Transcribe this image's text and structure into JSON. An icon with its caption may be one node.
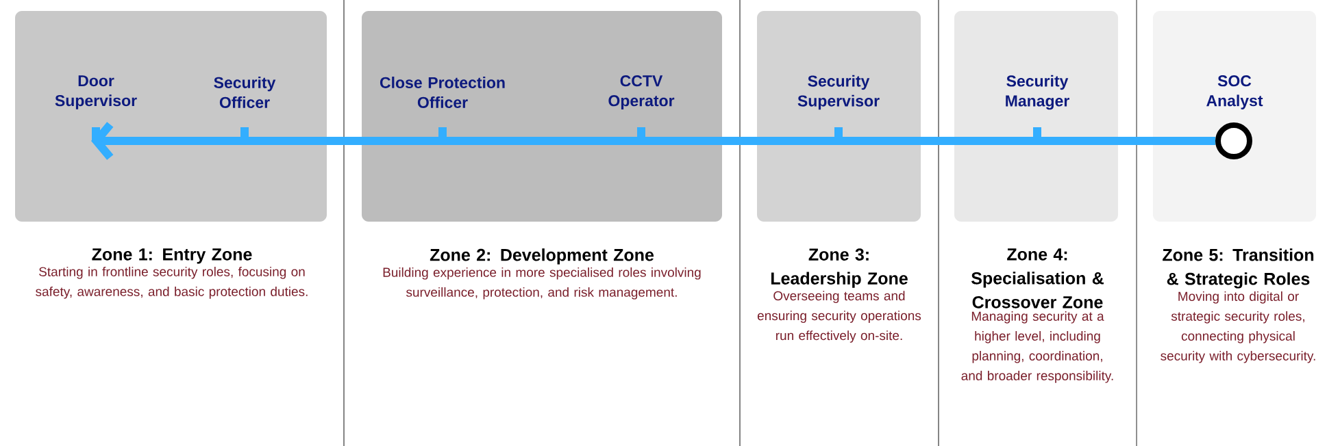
{
  "diagram": {
    "nodes": [
      {
        "text": [
          "Zone 1: Entry Zone",
          "Starting in frontline security roles, focusing on safety, awareness, and basic protection duties."
        ]
      },
      {
        "text": [
          "Door Supervisor"
        ],
        "in": 0
      },
      {
        "text": [
          "Security Officer"
        ],
        "in": 0
      },
      {
        "text": [
          "Zone 2: Development Zone",
          "Building experience in more specialised roles involving surveillance, protection, and risk management."
        ]
      },
      {
        "text": [
          "Close Protection Officer"
        ],
        "in": 3
      },
      {
        "text": [
          "CCTV Operator"
        ],
        "in": 3
      },
      {
        "text": [
          "Zone 3: Leadership Zone",
          "Overseeing teams and ensuring security operations run effectively on-site."
        ]
      },
      {
        "text": [
          "Security Supervisor"
        ],
        "in": 6
      },
      {
        "text": [
          "Zone 4: Specialisation & Crossover Zone",
          "Managing security at a higher level, including planning, coordination, and broader responsibility."
        ]
      },
      {
        "text": [
          "Security Manager"
        ],
        "in": 8
      },
      {
        "text": [
          "Zone 5: Transition & Strategic Roles",
          "Moving into digital or strategic security roles, connecting physical security with cybersecurity."
        ]
      },
      {
        "text": [
          "SOC Analyst"
        ],
        "in": 10
      },
      {
        "text": [],
        "shape": "circle",
        "in": 10
      }
    ],
    "edges": [
      {
        "from": 12,
        "to": 1,
        "arrow": "to"
      }
    ]
  }
}
